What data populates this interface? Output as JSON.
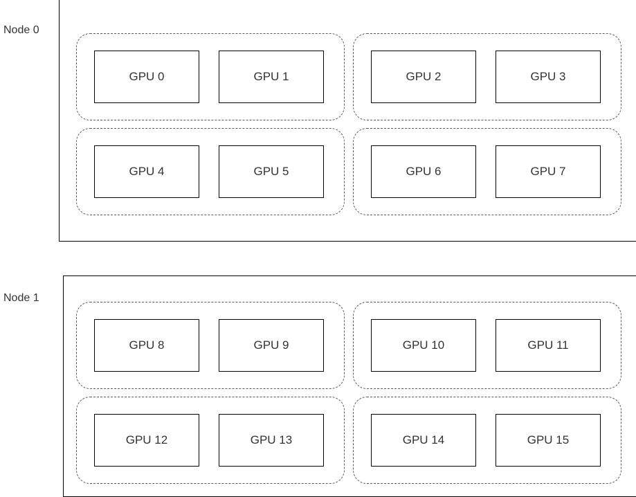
{
  "nodes": [
    {
      "label": "Node 0",
      "groups": [
        {
          "gpus": [
            "GPU 0",
            "GPU 1"
          ]
        },
        {
          "gpus": [
            "GPU 2",
            "GPU 3"
          ]
        },
        {
          "gpus": [
            "GPU 4",
            "GPU 5"
          ]
        },
        {
          "gpus": [
            "GPU 6",
            "GPU 7"
          ]
        }
      ]
    },
    {
      "label": "Node 1",
      "groups": [
        {
          "gpus": [
            "GPU 8",
            "GPU 9"
          ]
        },
        {
          "gpus": [
            "GPU 10",
            "GPU 11"
          ]
        },
        {
          "gpus": [
            "GPU 12",
            "GPU 13"
          ]
        },
        {
          "gpus": [
            "GPU 14",
            "GPU 15"
          ]
        }
      ]
    }
  ]
}
